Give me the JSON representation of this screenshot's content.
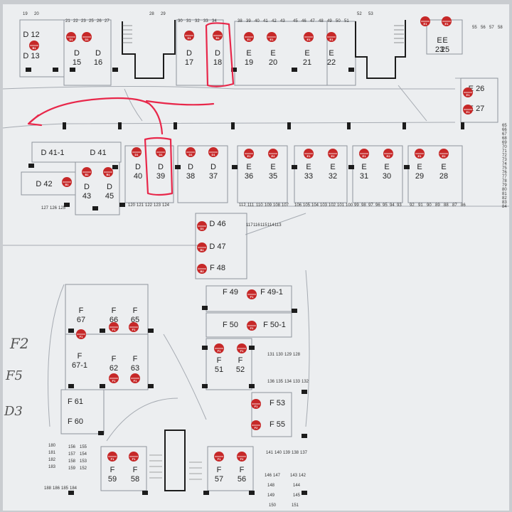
{
  "colors": {
    "paper": "#eceef0",
    "line": "#9aa0a8",
    "dark": "#1c1c1c",
    "marker": "#c62828",
    "highlight": "#e8274a"
  },
  "units": {
    "d12": "D 12",
    "d13": "D 13",
    "d15": "D\n15",
    "d16": "D\n16",
    "d17": "D\n17",
    "d18": "D\n18",
    "e19": "E\n19",
    "e20": "E\n20",
    "e21": "E\n21",
    "e22": "E\n22",
    "e23": "E\n23",
    "e25": "E\n25",
    "e26": "E 26",
    "e27": "E 27",
    "d41_1": "D 41-1",
    "d41": "D 41",
    "d42": "D 42",
    "d43": "D\n43",
    "d45": "D\n45",
    "d40": "D\n40",
    "d39": "D\n39",
    "d38": "D\n38",
    "d37": "D\n37",
    "e36": "E\n36",
    "e35": "E\n35",
    "e33": "E\n33",
    "e32": "E\n32",
    "e31": "E\n31",
    "e30": "E\n30",
    "e29": "E\n29",
    "e28": "E\n28",
    "d46": "D 46",
    "d47": "D 47",
    "f48": "F 48",
    "f49": "F 49",
    "f49_1": "F 49-1",
    "f50": "F 50",
    "f50_1": "F 50-1",
    "f67": "F\n67",
    "f66": "F\n66",
    "f65": "F\n65",
    "f67_1": "F\n67-1",
    "f62": "F\n62",
    "f63": "F\n63",
    "f51": "F\n51",
    "f52": "F\n52",
    "f61": "F 61",
    "f60": "F 60",
    "f53": "F 53",
    "f55": "F 55",
    "f59": "F\n59",
    "f58": "F\n58",
    "f57": "F\n57",
    "f56": "F\n56"
  },
  "markers": {
    "d": "D1",
    "e": "E1",
    "e2": "E2",
    "f": "F1",
    "f2": "F2",
    "b": "B1",
    "b2": "B2"
  },
  "slots": {
    "top_left": [
      "19",
      "20"
    ],
    "top_row_a": [
      "21",
      "22",
      "23",
      "25",
      "26",
      "27"
    ],
    "top_mid": [
      "28",
      "29"
    ],
    "top_row_b": [
      "30",
      "31",
      "32",
      "33",
      "34"
    ],
    "top_row_c": [
      "38",
      "39",
      "40",
      "41",
      "42",
      "43"
    ],
    "top_row_d": [
      "45",
      "46",
      "47",
      "48",
      "49",
      "50",
      "51"
    ],
    "top_right": [
      "52",
      "53"
    ],
    "top_far": [
      "55",
      "56",
      "57",
      "58"
    ],
    "right_col": [
      "65",
      "66",
      "67",
      "68",
      "69",
      "70",
      "71",
      "72",
      "73",
      "74",
      "75",
      "76",
      "77",
      "78",
      "79",
      "80",
      "81",
      "82",
      "83",
      "84"
    ],
    "row_bottom_a": [
      "127",
      "126",
      "125"
    ],
    "row_bottom_b": [
      "120",
      "121",
      "122",
      "123",
      "124"
    ],
    "row_bottom_c": [
      "112",
      "111",
      "110",
      "109",
      "108",
      "107"
    ],
    "row_bottom_d": [
      "106",
      "105",
      "104",
      "103",
      "102",
      "101",
      "100"
    ],
    "row_bottom_e": [
      "99",
      "98",
      "97",
      "96",
      "95",
      "94",
      "93"
    ],
    "row_bottom_f": [
      "92",
      "91",
      "90",
      "89",
      "88",
      "87",
      "86"
    ],
    "d46_row": [
      "117",
      "116",
      "115",
      "114",
      "113"
    ],
    "f_right_a": [
      "131",
      "130",
      "129",
      "128"
    ],
    "f_right_b": [
      "136",
      "135",
      "134",
      "133",
      "132"
    ],
    "f_right_c": [
      "141",
      "140",
      "139",
      "138",
      "137"
    ],
    "f_bottom_a": [
      "146",
      "147"
    ],
    "f_bottom_b": [
      "148",
      "149"
    ],
    "f_bottom_c": [
      "143",
      "142",
      "144",
      "145"
    ],
    "f_bottom_d": [
      "150",
      "151"
    ],
    "f_left_a": [
      "180",
      "181",
      "182",
      "183"
    ],
    "f_left_b": [
      "156",
      "157",
      "158",
      "159"
    ],
    "f_left_c": [
      "155",
      "154",
      "153",
      "152"
    ],
    "f_left_d": [
      "188",
      "186",
      "185",
      "184"
    ]
  },
  "handwriting": {
    "f2": "F2",
    "f5": "F5",
    "d3": "D3"
  }
}
